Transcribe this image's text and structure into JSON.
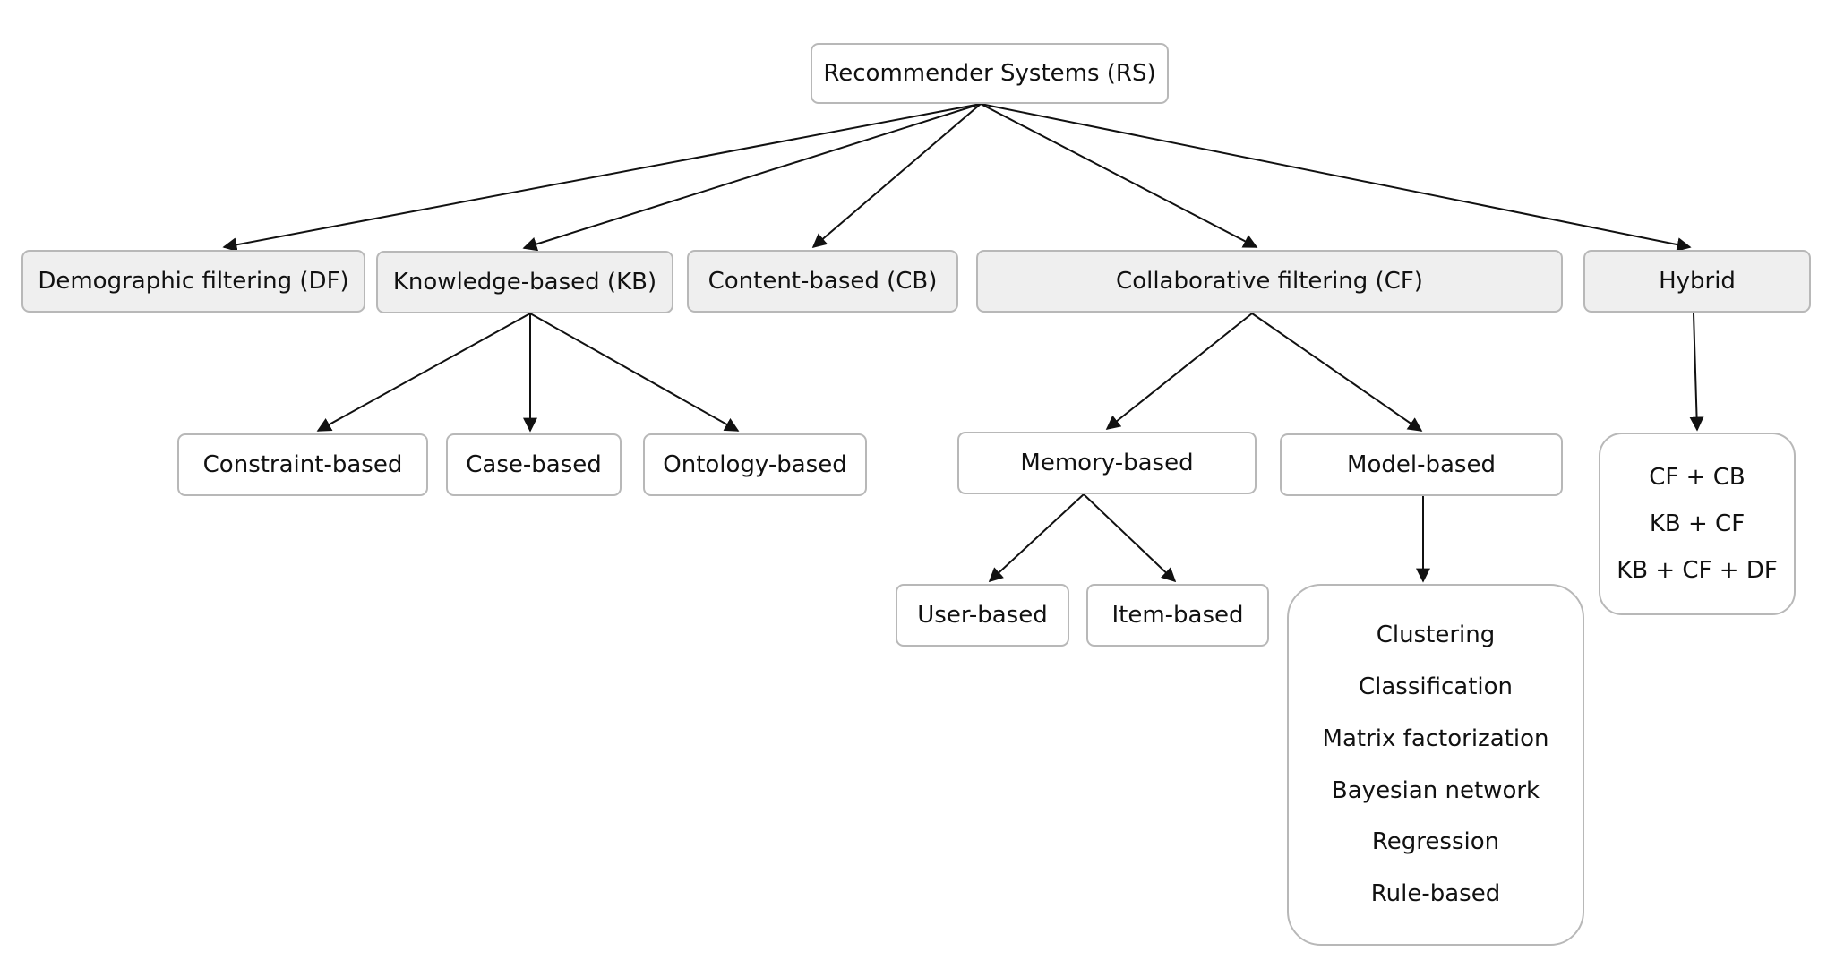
{
  "colors": {
    "node_fill_primary": "#efefef",
    "node_fill_secondary": "#ffffff",
    "node_border": "#b8b8b8",
    "edge": "#111111"
  },
  "root": {
    "label": "Recommender Systems (RS)"
  },
  "categories": {
    "df": "Demographic filtering (DF)",
    "kb": "Knowledge-based (KB)",
    "cb": "Content-based (CB)",
    "cf": "Collaborative filtering (CF)",
    "hybrid": "Hybrid"
  },
  "kb_children": {
    "constraint": "Constraint-based",
    "case": "Case-based",
    "ontology": "Ontology-based"
  },
  "cf_children": {
    "memory": "Memory-based",
    "model": "Model-based"
  },
  "memory_children": {
    "user": "User-based",
    "item": "Item-based"
  },
  "model_methods": [
    "Clustering",
    "Classification",
    "Matrix factorization",
    "Bayesian network",
    "Regression",
    "Rule-based"
  ],
  "hybrid_combos": [
    "CF + CB",
    "KB + CF",
    "KB + CF + DF"
  ]
}
